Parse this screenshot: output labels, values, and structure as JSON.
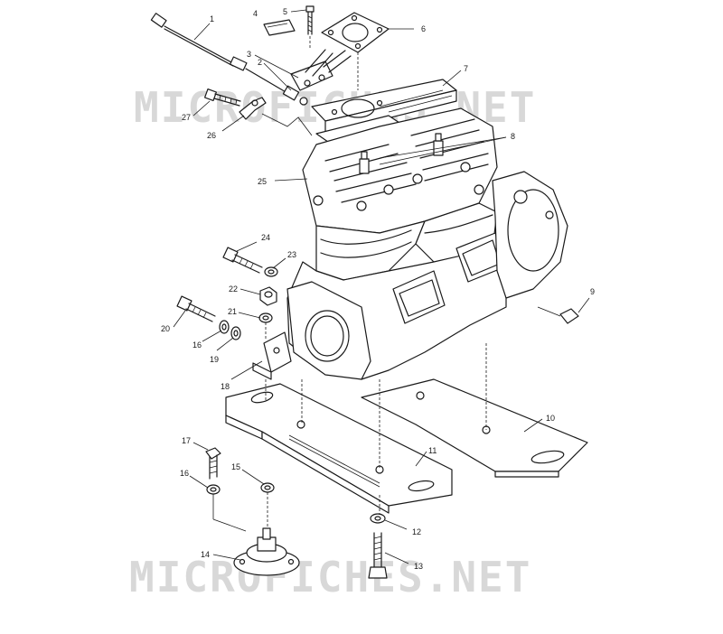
{
  "watermark": {
    "top_text": "MICROFICHES.NET",
    "bottom_text": "MICROFICHES.NET",
    "color": "#d8d8d8"
  },
  "callouts": [
    "1",
    "2",
    "3",
    "4",
    "5",
    "6",
    "7",
    "8",
    "9",
    "10",
    "11",
    "12",
    "13",
    "14",
    "15",
    "16",
    "16",
    "17",
    "18",
    "19",
    "20",
    "21",
    "22",
    "23",
    "24",
    "25",
    "26",
    "27"
  ],
  "colors": {
    "line": "#1a1a1a",
    "background": "#ffffff"
  }
}
